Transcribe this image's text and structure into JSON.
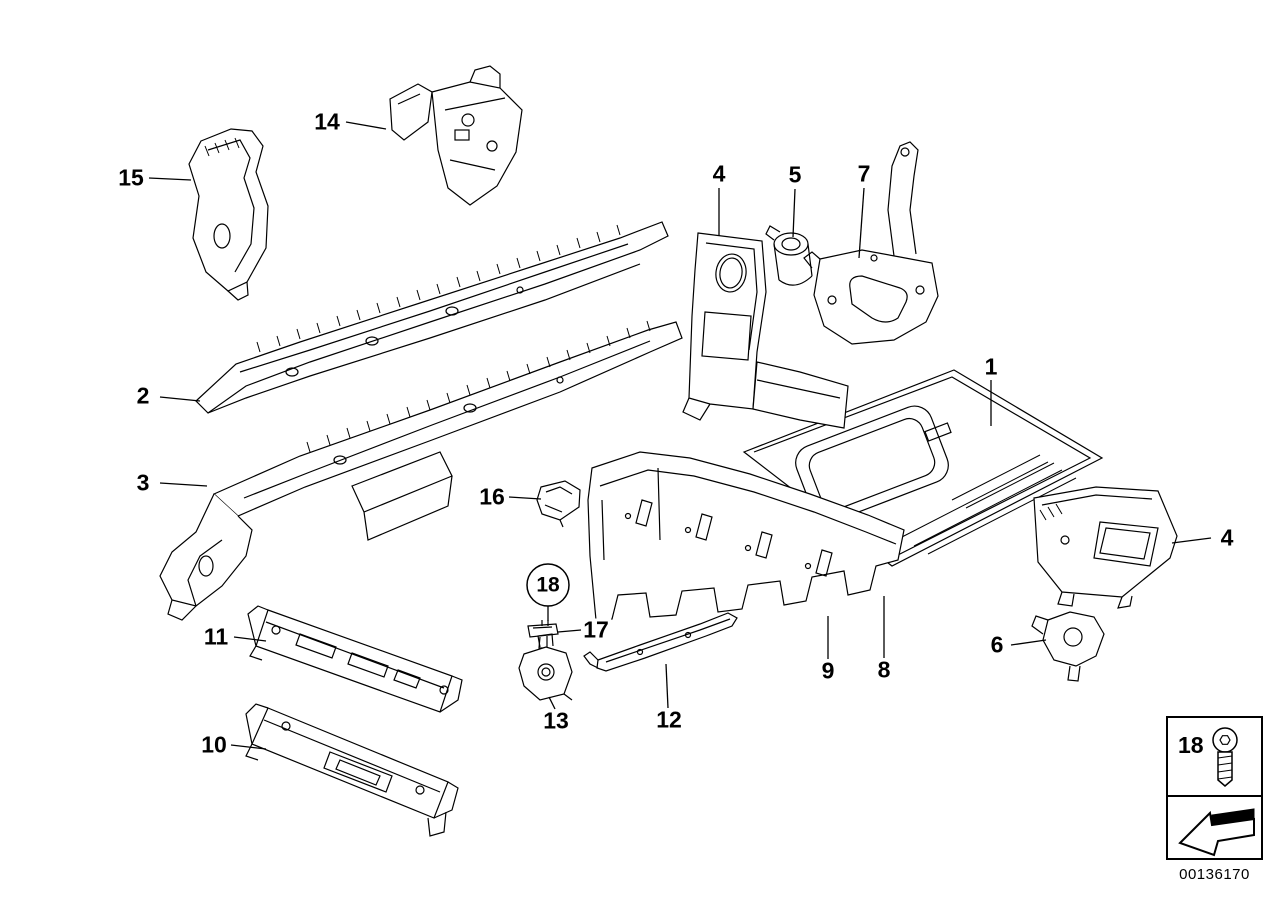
{
  "diagram": {
    "id": "00136170",
    "callouts": {
      "c1": "1",
      "c2": "2",
      "c3": "3",
      "c4a": "4",
      "c4b": "4",
      "c5": "5",
      "c6": "6",
      "c7": "7",
      "c8": "8",
      "c9": "9",
      "c10": "10",
      "c11": "11",
      "c12": "12",
      "c13": "13",
      "c14": "14",
      "c15": "15",
      "c16": "16",
      "c17": "17",
      "c18": "18"
    },
    "legend": {
      "fastener_ref": "18",
      "icons": {
        "fastener": "torx-screw-icon",
        "direction": "direction-arrow-icon"
      }
    }
  }
}
